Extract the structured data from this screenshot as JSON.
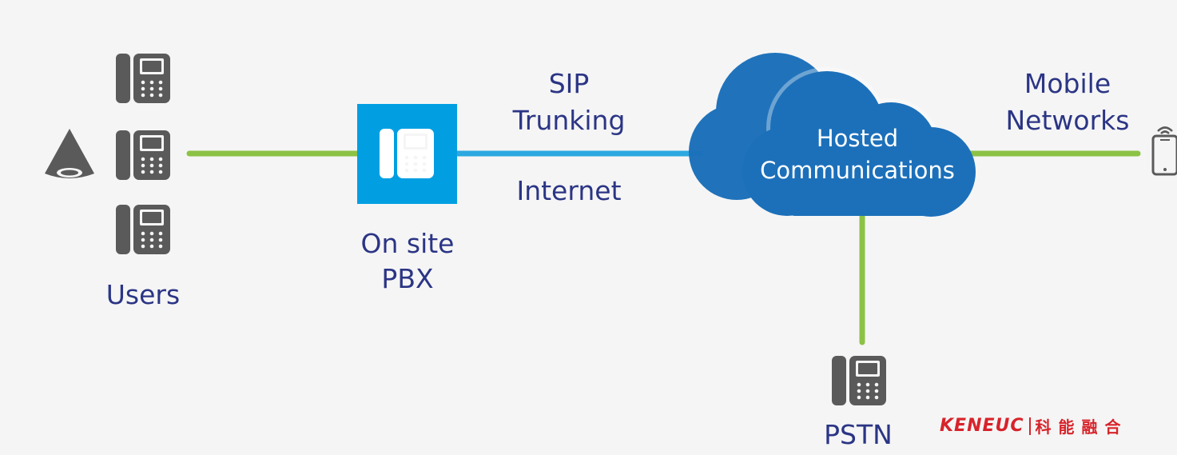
{
  "colors": {
    "background": "#f5f5f5",
    "label_text": "#2b3585",
    "green_link": "#8cc245",
    "blue_link": "#2da8e0",
    "pbx_box": "#019fe2",
    "cloud_blue": "#1c70ba",
    "phone_gray": "#5a5a5a",
    "brand_red": "#d7232a"
  },
  "nodes": {
    "users": {
      "label": "Users",
      "icons": [
        "conference-phone-icon",
        "desk-phone-icon",
        "desk-phone-icon",
        "desk-phone-icon"
      ]
    },
    "pbx": {
      "label_line1": "On site",
      "label_line2": "PBX",
      "icon": "desk-phone-icon"
    },
    "cloud": {
      "label_line1": "Hosted",
      "label_line2": "Communications",
      "icon": "cloud-icon"
    },
    "pstn": {
      "label": "PSTN",
      "icon": "desk-phone-icon"
    },
    "mobile": {
      "label_line1": "Mobile",
      "label_line2": "Networks",
      "icon": "mobile-phone-icon"
    }
  },
  "links": {
    "sip": {
      "label_line1": "SIP",
      "label_line2": "Trunking",
      "sub_label": "Internet"
    }
  },
  "brand": {
    "latin": "KENEUC",
    "cjk": "科能融合"
  }
}
